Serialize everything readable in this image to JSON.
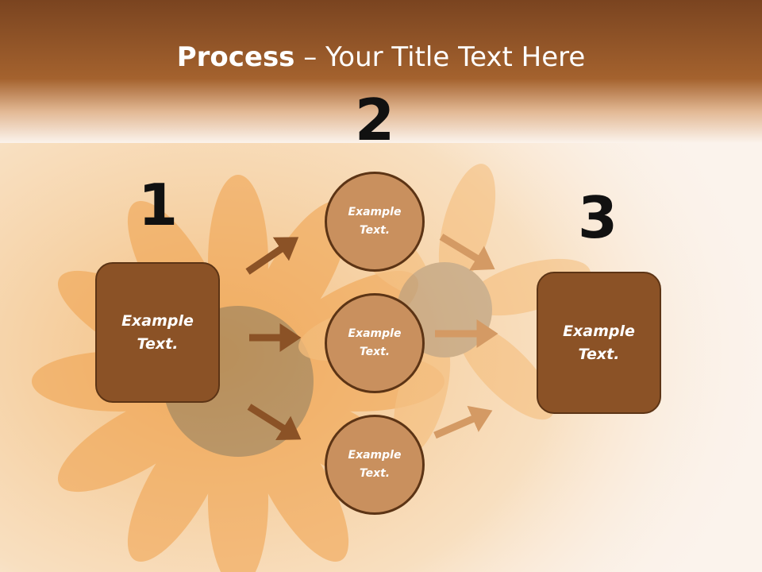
{
  "slide": {
    "title_bold": "Process",
    "title_rest": " – Your Title Text Here"
  },
  "steps": [
    {
      "number": "1",
      "label": "Example\nText."
    },
    {
      "number": "2",
      "label": "Example\nText."
    },
    {
      "number": "3",
      "label": "Example\nText."
    }
  ],
  "middle_nodes": [
    {
      "label": "Example\nText."
    },
    {
      "label": "Example\nText."
    },
    {
      "label": "Example\nText."
    }
  ],
  "colors": {
    "header": "#9a5a2a",
    "box_fill": "#8b5226",
    "circle_fill": "#c9905e",
    "arrow_dark": "#8b5226",
    "arrow_light": "#d49a64"
  },
  "background_image": "sunflower-photo"
}
